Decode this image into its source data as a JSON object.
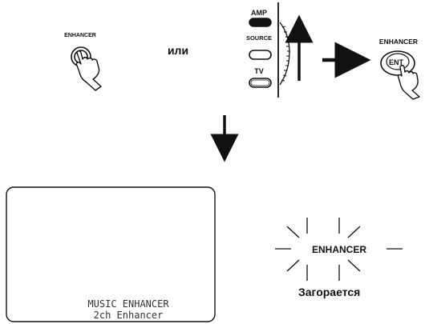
{
  "step1": {
    "enhancer_label": "ENHANCER",
    "or_text": "или"
  },
  "remote": {
    "amp_label": "AMP",
    "source_label": "SOURCE",
    "tv_label": "TV"
  },
  "step2": {
    "enhancer_label": "ENHANCER",
    "ent_label": "ENT"
  },
  "display": {
    "line1": "MUSIC ENHANCER",
    "line2": "2ch Enhancer"
  },
  "indicator": {
    "label": "ENHANCER",
    "status": "Загорается"
  },
  "colors": {
    "ink": "#111111",
    "background": "#ffffff"
  }
}
